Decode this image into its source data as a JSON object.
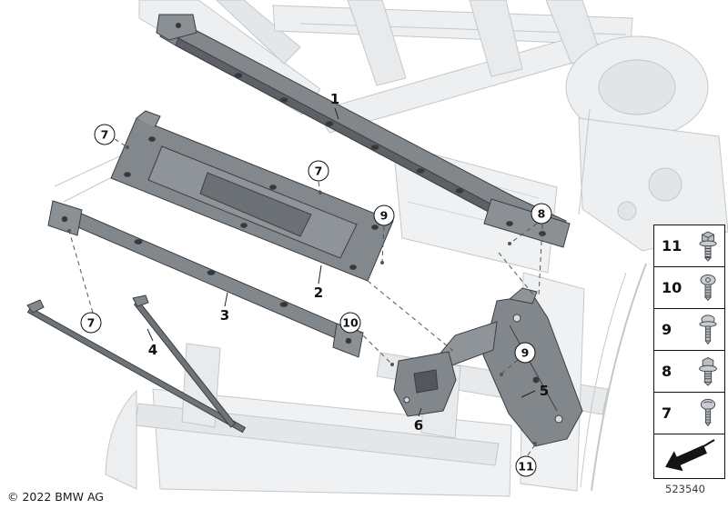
{
  "page": {
    "copyright": "© 2022 BMW AG",
    "diagram_number": "523540"
  },
  "callouts": {
    "plain": [
      {
        "label": "1"
      },
      {
        "label": "2"
      },
      {
        "label": "3"
      },
      {
        "label": "4"
      },
      {
        "label": "5"
      },
      {
        "label": "6"
      }
    ],
    "circled": [
      {
        "label": "7"
      },
      {
        "label": "7"
      },
      {
        "label": "9"
      },
      {
        "label": "8"
      },
      {
        "label": "7"
      },
      {
        "label": "10"
      },
      {
        "label": "9"
      },
      {
        "label": "11"
      }
    ]
  },
  "legend": {
    "items": [
      {
        "label": "11",
        "icon": "hex-flange-bolt-icon"
      },
      {
        "label": "10",
        "icon": "pan-head-screw-icon"
      },
      {
        "label": "9",
        "icon": "washer-screw-icon"
      },
      {
        "label": "8",
        "icon": "hex-washer-bolt-icon"
      },
      {
        "label": "7",
        "icon": "round-head-screw-icon"
      }
    ],
    "footer_icon": "direction-arrow-icon"
  },
  "colors": {
    "part_highlight": "#82878c",
    "background_structure": "#edeff0",
    "line": "#111111"
  }
}
